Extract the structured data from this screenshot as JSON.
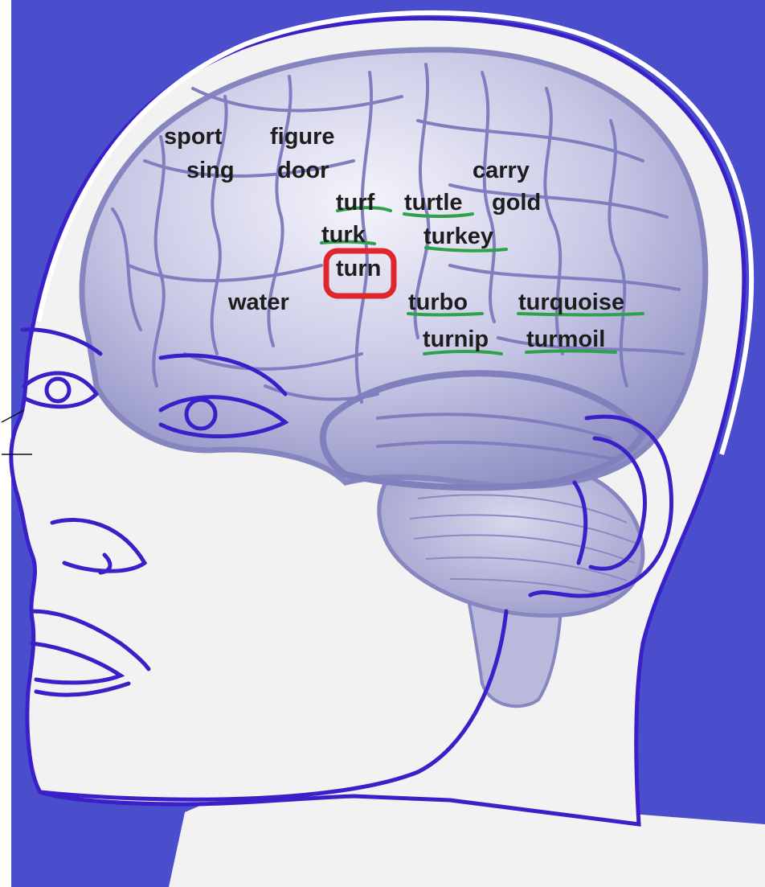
{
  "words": {
    "sport": "sport",
    "figure": "figure",
    "sing": "sing",
    "door": "door",
    "carry": "carry",
    "turf": "turf",
    "turtle": "turtle",
    "gold": "gold",
    "turk": "turk",
    "turkey": "turkey",
    "turn": "turn",
    "water": "water",
    "turbo": "turbo",
    "turquoise": "turquoise",
    "turnip": "turnip",
    "turmoil": "turmoil"
  },
  "colors": {
    "background": "#4a4dcc",
    "head_fill": "#f2f2f2",
    "outline": "#3a20c8",
    "brain_light": "#dcdcf0",
    "brain_dark": "#8f8fc4",
    "brain_folds": "#7b7bbd",
    "highlight_box": "#e0262d",
    "underline": "#2ea14a",
    "text": "#1d1d1d"
  }
}
